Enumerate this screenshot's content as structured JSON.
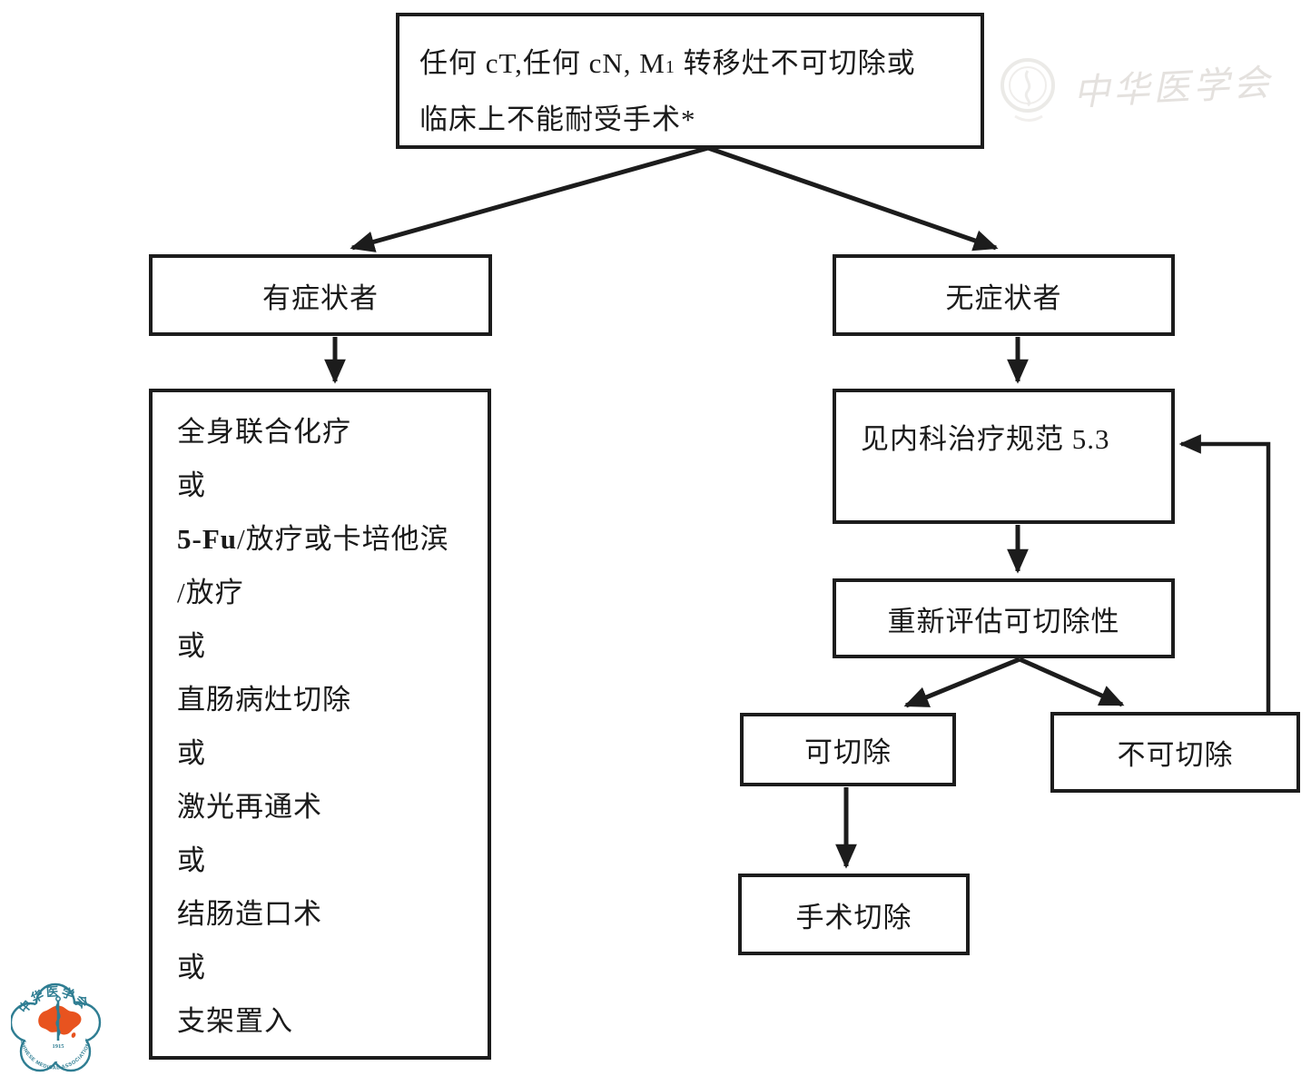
{
  "colors": {
    "line": "#1c1c1c",
    "logo_teal": "#2e7d92",
    "logo_red": "#e8531f",
    "watermark_gray": "#e4e1de"
  },
  "flow": {
    "root": {
      "line1_a": "任何 cT,任何 cN, M",
      "line1_sub": "1",
      "line1_b": " 转移灶不可切除或",
      "line2": "临床上不能耐受手术*"
    },
    "symptomatic": {
      "label": "有症状者"
    },
    "asymptomatic": {
      "label": "无症状者"
    },
    "treatment": {
      "lines": [
        {
          "bold": "",
          "text": "全身联合化疗"
        },
        {
          "bold": "",
          "text": "或"
        },
        {
          "bold": "5-Fu",
          "text": "/放疗或卡培他滨"
        },
        {
          "bold": "",
          "text": "/放疗"
        },
        {
          "bold": "",
          "text": "或"
        },
        {
          "bold": "",
          "text": "直肠病灶切除"
        },
        {
          "bold": "",
          "text": "或"
        },
        {
          "bold": "",
          "text": "激光再通术"
        },
        {
          "bold": "",
          "text": "或"
        },
        {
          "bold": "",
          "text": "结肠造口术"
        },
        {
          "bold": "",
          "text": "或"
        },
        {
          "bold": "",
          "text": "支架置入"
        }
      ]
    },
    "medical": {
      "label": "见内科治疗规范 5.3"
    },
    "reassess": {
      "label": "重新评估可切除性"
    },
    "resectable": {
      "label": "可切除"
    },
    "unresectable": {
      "label": "不可切除"
    },
    "surgery": {
      "label": "手术切除"
    }
  },
  "watermark": {
    "text": "中华医学会"
  },
  "logo": {
    "top_text": "中华医学会",
    "bottom_text": "CHINESE MEDICAL ASSOCIATION",
    "year": "1915"
  }
}
